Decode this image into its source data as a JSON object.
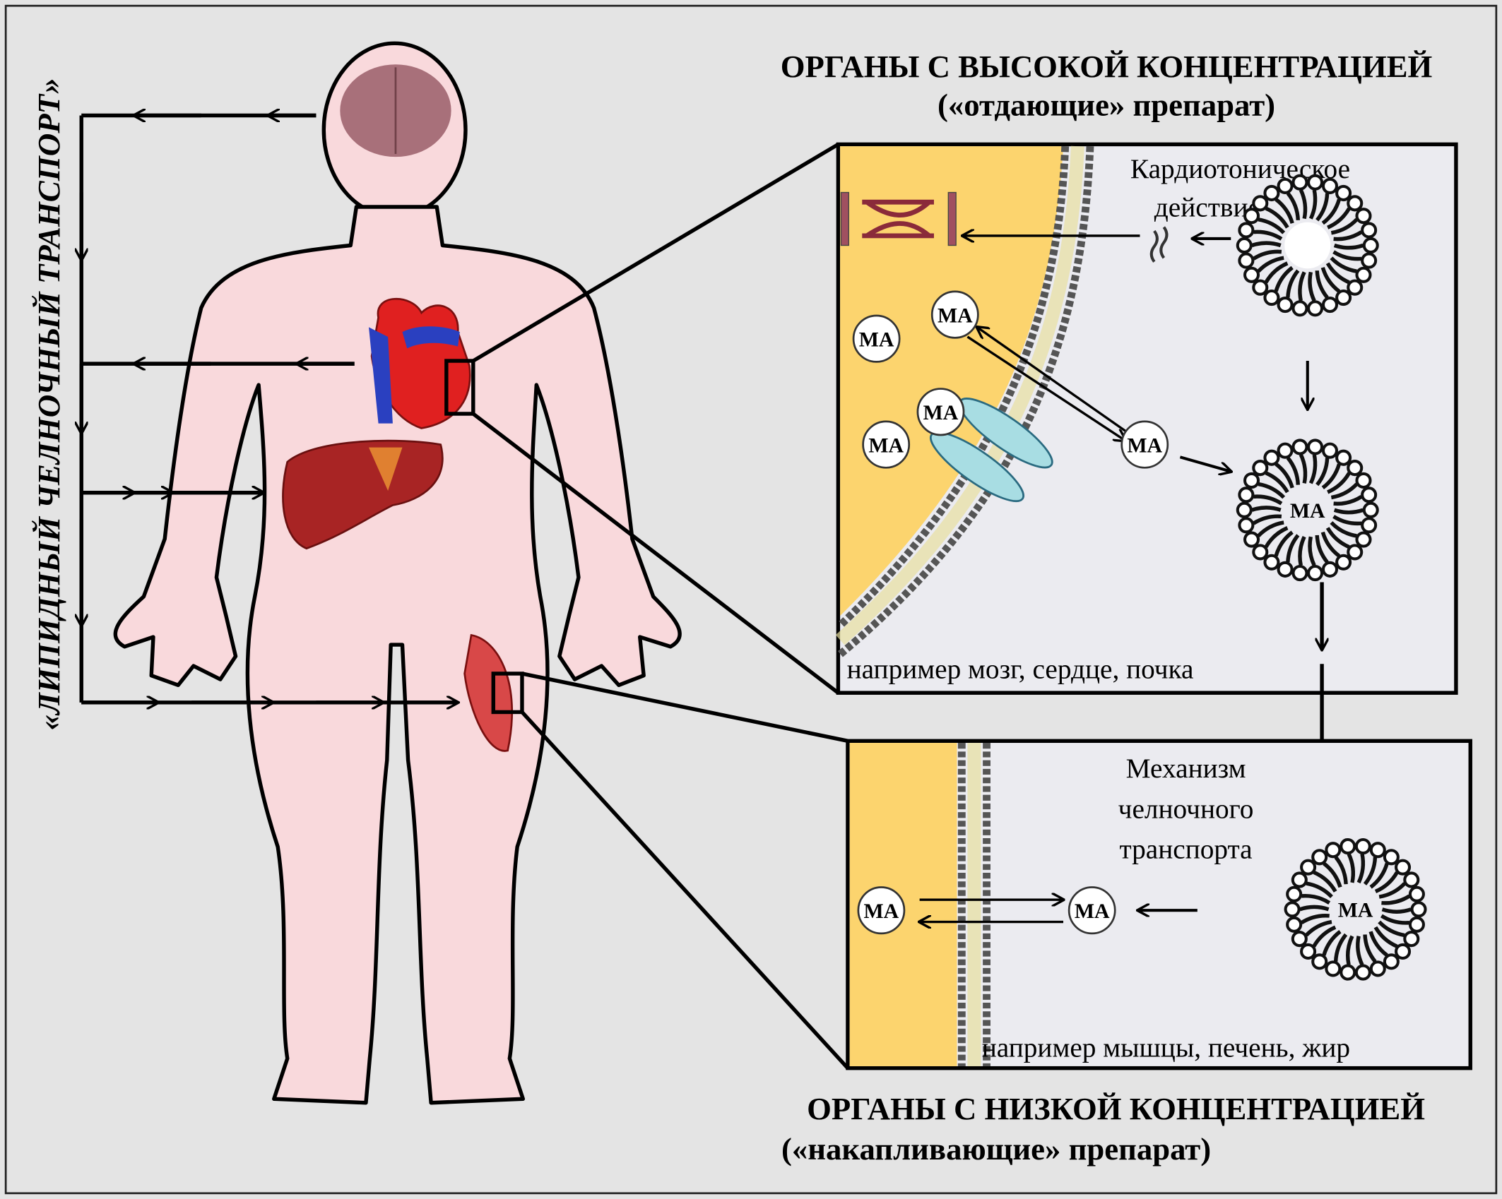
{
  "vertical_label": "«ЛИПИДНЫЙ ЧЕЛНОЧНЫЙ ТРАНСПОРТ»",
  "top": {
    "title": "ОРГАНЫ С ВЫСОКОЙ КОНЦЕНТРАЦИЕЙ",
    "subtitle": "(«отдающие» препарат)",
    "effect_line1": "Кардиотоническое",
    "effect_line2": "действие",
    "caption": "например мозг, сердце, почка"
  },
  "bottom": {
    "title": "ОРГАНЫ С НИЗКОЙ КОНЦЕНТРАЦИЕЙ",
    "subtitle": "(«накапливающие» препарат)",
    "mechanism_line1": "Механизм",
    "mechanism_line2": "челночного",
    "mechanism_line3": "транспорта",
    "caption": "например мышцы, печень, жир"
  },
  "molecule_label": "МА",
  "colors": {
    "background": "#e4e4e4",
    "body": "#f9d9dc",
    "cytoplasm": "#fcd46e",
    "extracellular": "#ebebf0",
    "channel": "#a8dde3",
    "heart": "#e02020",
    "liver": "#a82424",
    "brain": "#a8707a"
  }
}
